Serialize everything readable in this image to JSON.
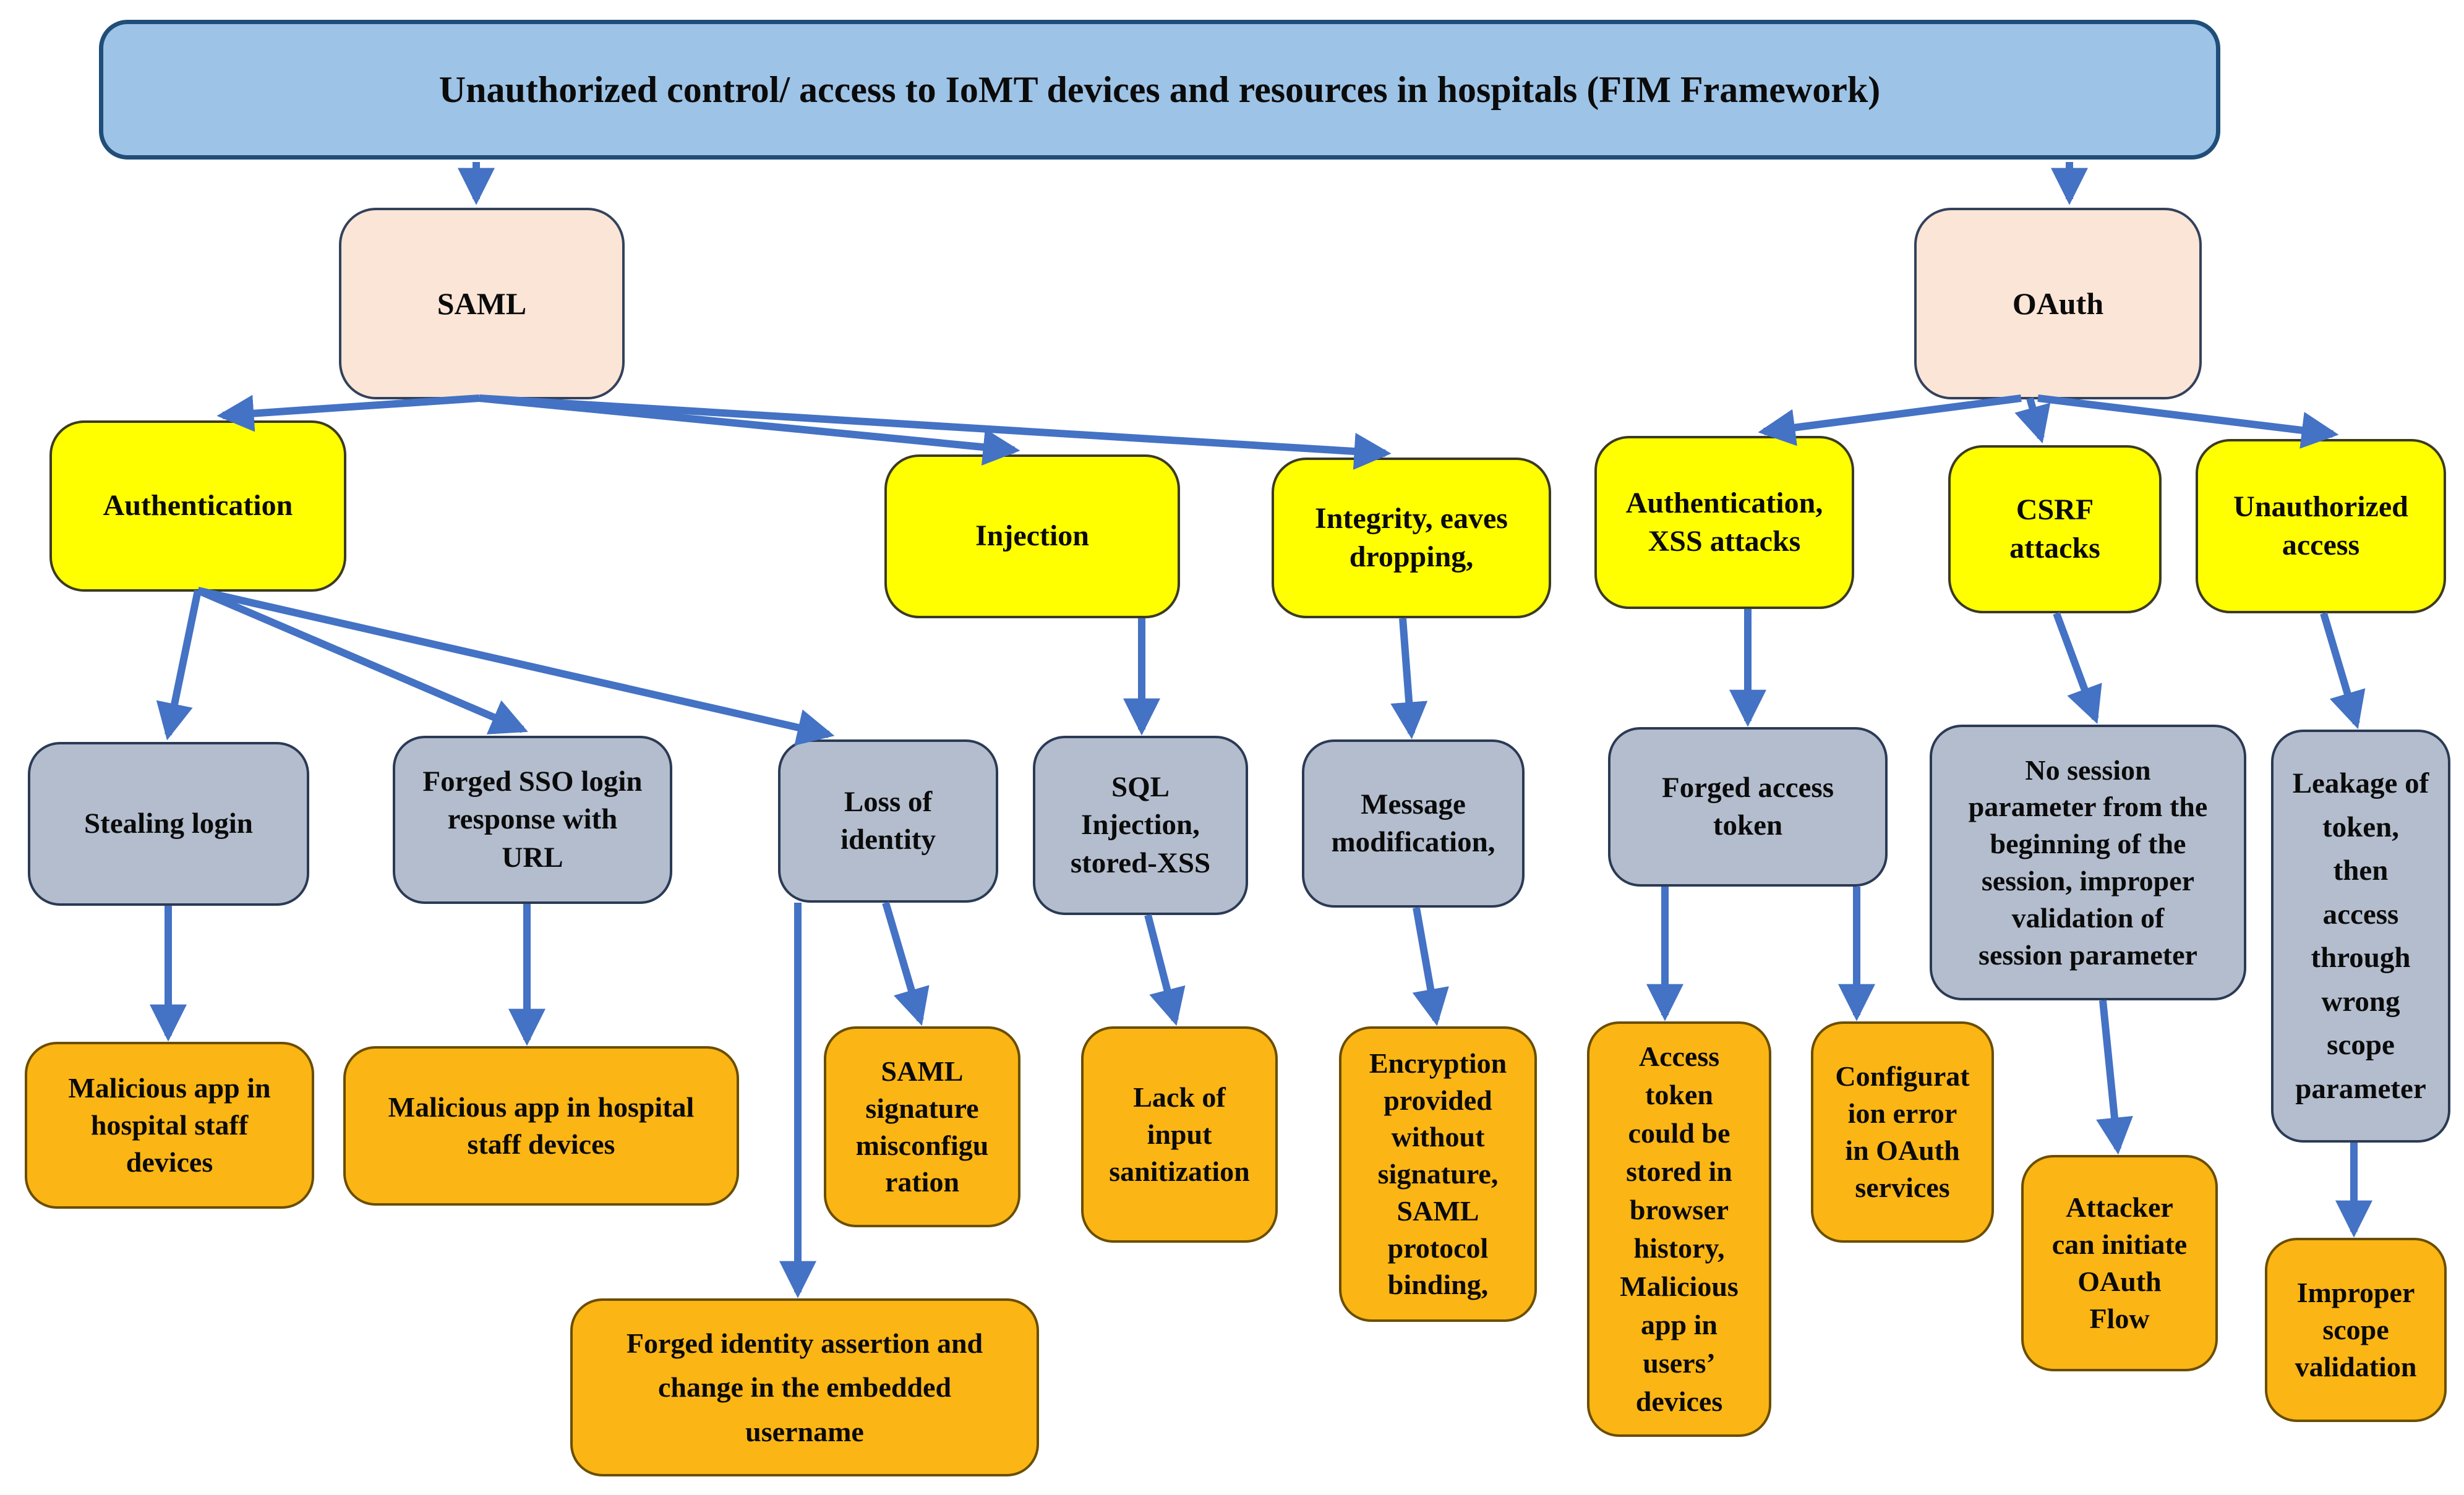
{
  "diagram": {
    "title": "Unauthorized control/ access to IoMT devices and resources in hospitals (FIM Framework)",
    "colors": {
      "root-fill": "#9DC3E6",
      "protocol-fill": "#FBE5D6",
      "category-fill": "#FFFF00",
      "vulnerability-fill": "#B3BDCD",
      "cause-fill": "#FBB514",
      "arrow": "#4472C4"
    },
    "nodes": {
      "root": {
        "label": "Unauthorized control/ access to IoMT devices and resources in hospitals (FIM Framework)",
        "level": "root"
      },
      "saml": {
        "label": "SAML",
        "level": "protocol"
      },
      "oauth": {
        "label": "OAuth",
        "level": "protocol"
      },
      "authentication": {
        "label": "Authentication",
        "level": "category"
      },
      "injection": {
        "label": "Injection",
        "level": "category"
      },
      "integrity": {
        "label": "Integrity, eaves\ndropping,",
        "level": "category"
      },
      "auth_xss": {
        "label": "Authentication,\nXSS attacks",
        "level": "category"
      },
      "csrf": {
        "label": "CSRF\nattacks",
        "level": "category"
      },
      "unauthorized": {
        "label": "Unauthorized\naccess",
        "level": "category"
      },
      "stealing": {
        "label": "Stealing login",
        "level": "vulnerability"
      },
      "forged_sso": {
        "label": "Forged SSO login\nresponse with\nURL",
        "level": "vulnerability"
      },
      "loss_identity": {
        "label": "Loss of\nidentity",
        "level": "vulnerability"
      },
      "sql_xss": {
        "label": "SQL\nInjection,\nstored-XSS",
        "level": "vulnerability"
      },
      "message_mod": {
        "label": "Message\nmodification,",
        "level": "vulnerability"
      },
      "forged_token": {
        "label": "Forged access\ntoken",
        "level": "vulnerability"
      },
      "no_session": {
        "label": "No session\nparameter from the\nbeginning of the\nsession, improper\nvalidation of\nsession parameter",
        "level": "vulnerability"
      },
      "leakage": {
        "label": "Leakage of\ntoken,\nthen\naccess\nthrough\nwrong\nscope\nparameter",
        "level": "vulnerability"
      },
      "malicious1": {
        "label": "Malicious app in\nhospital staff\ndevices",
        "level": "cause"
      },
      "malicious2": {
        "label": "Malicious app in hospital\nstaff devices",
        "level": "cause"
      },
      "saml_sig": {
        "label": "SAML\nsignature\nmisconfigu\nration",
        "level": "cause"
      },
      "lack_input": {
        "label": "Lack of\ninput\nsanitization",
        "level": "cause"
      },
      "encryption": {
        "label": "Encryption\nprovided\nwithout\nsignature,\nSAML\nprotocol\nbinding,",
        "level": "cause"
      },
      "access_token": {
        "label": "Access\ntoken\ncould be\nstored in\nbrowser\nhistory,\nMalicious\napp in\nusers’\ndevices",
        "level": "cause"
      },
      "config_error": {
        "label": "Configurat\nion error\nin OAuth\nservices",
        "level": "cause"
      },
      "attacker": {
        "label": "Attacker\ncan initiate\nOAuth\nFlow",
        "level": "cause"
      },
      "improper": {
        "label": "Improper\nscope\nvalidation",
        "level": "cause"
      },
      "forged_identity": {
        "label": "Forged identity assertion and\nchange in the embedded\nusername",
        "level": "cause"
      }
    },
    "edges": [
      {
        "from": "root",
        "to": "saml"
      },
      {
        "from": "root",
        "to": "oauth"
      },
      {
        "from": "saml",
        "to": "authentication"
      },
      {
        "from": "saml",
        "to": "injection"
      },
      {
        "from": "saml",
        "to": "integrity"
      },
      {
        "from": "oauth",
        "to": "auth_xss"
      },
      {
        "from": "oauth",
        "to": "csrf"
      },
      {
        "from": "oauth",
        "to": "unauthorized"
      },
      {
        "from": "authentication",
        "to": "stealing"
      },
      {
        "from": "authentication",
        "to": "forged_sso"
      },
      {
        "from": "authentication",
        "to": "loss_identity"
      },
      {
        "from": "injection",
        "to": "sql_xss"
      },
      {
        "from": "integrity",
        "to": "message_mod"
      },
      {
        "from": "auth_xss",
        "to": "forged_token"
      },
      {
        "from": "csrf",
        "to": "no_session"
      },
      {
        "from": "unauthorized",
        "to": "leakage"
      },
      {
        "from": "stealing",
        "to": "malicious1"
      },
      {
        "from": "forged_sso",
        "to": "malicious2"
      },
      {
        "from": "loss_identity",
        "to": "saml_sig"
      },
      {
        "from": "loss_identity",
        "to": "forged_identity"
      },
      {
        "from": "sql_xss",
        "to": "lack_input"
      },
      {
        "from": "message_mod",
        "to": "encryption"
      },
      {
        "from": "forged_token",
        "to": "access_token"
      },
      {
        "from": "forged_token",
        "to": "config_error"
      },
      {
        "from": "no_session",
        "to": "attacker"
      },
      {
        "from": "leakage",
        "to": "improper"
      }
    ]
  }
}
